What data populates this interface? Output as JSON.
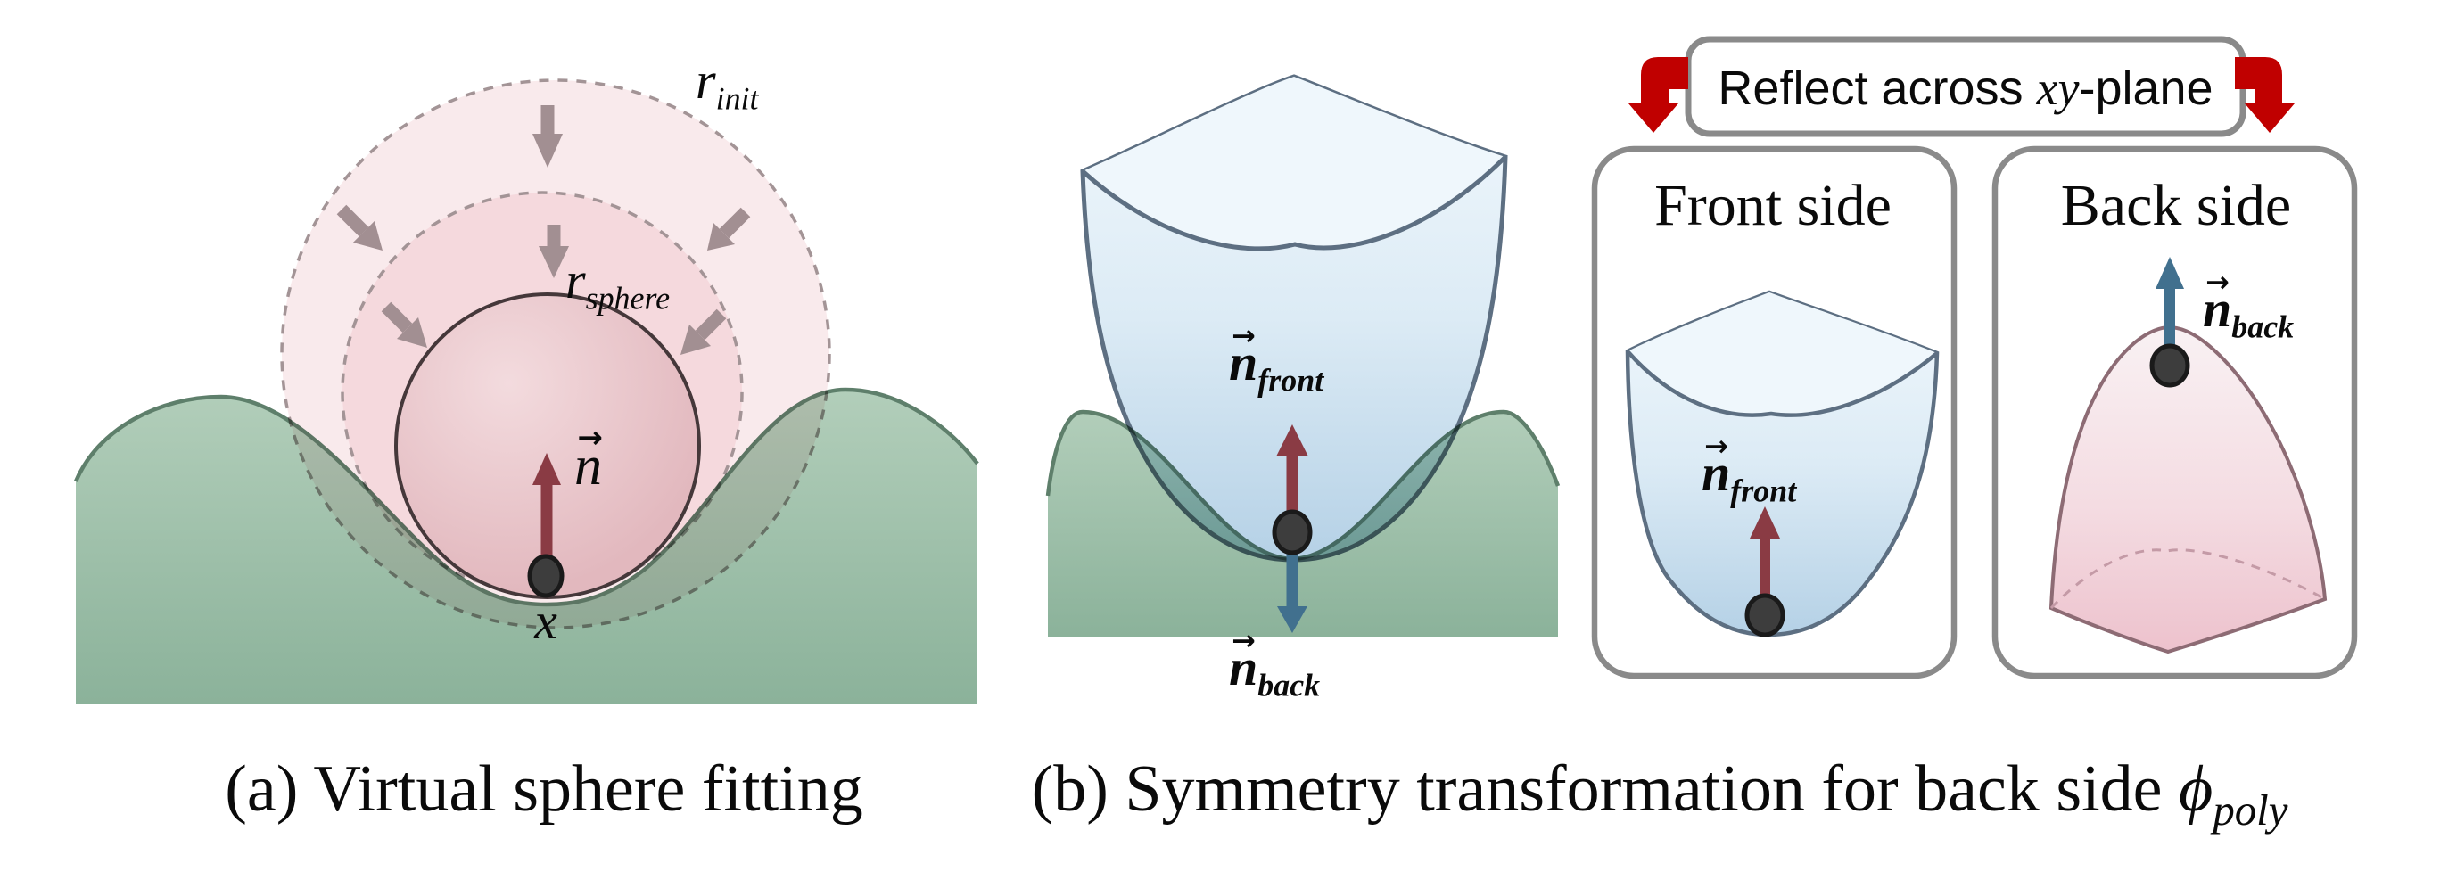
{
  "figure": {
    "panel_a": {
      "caption": "(a) Virtual sphere fitting",
      "r_init": {
        "base": "r",
        "sub": "init"
      },
      "r_sphere": {
        "base": "r",
        "sub": "sphere"
      },
      "normal": {
        "arrow": "→",
        "base": "n"
      },
      "contact_point": "x"
    },
    "panel_b": {
      "caption_prefix": "(b) Symmetry transformation for back side ",
      "phi": {
        "base": "ϕ",
        "sub": "poly"
      },
      "reflect_box": {
        "prefix": "Reflect across ",
        "math_italic": "xy",
        "suffix": "-plane"
      },
      "front_panel_title": "Front side",
      "back_panel_title": "Back side",
      "n_front": {
        "arrow": "→",
        "base": "n",
        "sub": "front"
      },
      "n_back": {
        "arrow": "→",
        "base": "n",
        "sub": "back"
      }
    },
    "colors": {
      "surface_green": "#a9c8b2",
      "surface_green_dark": "#8bb29a",
      "surface_stroke": "#5e7f6b",
      "sphere_pink_outer": "#f9eaec",
      "sphere_pink_mid": "#f5d9dd",
      "sphere_pink_solid": "#ecc7cc",
      "dashed_circle_stroke": "#a39496",
      "shrink_arrow_mauve": "#a28f92",
      "normal_arrow_red": "#8a3b44",
      "normal_arrow_blue": "#41708e",
      "ribbon_arrow_red": "#c00000",
      "box_border_gray": "#8a8a8a",
      "cup_blue": "#cfe2f0",
      "cup_stroke": "#5d6f82",
      "dome_pink": "#eec5cf",
      "dome_stroke": "#8d6b74",
      "point_dot": "#3d3d3d"
    }
  }
}
